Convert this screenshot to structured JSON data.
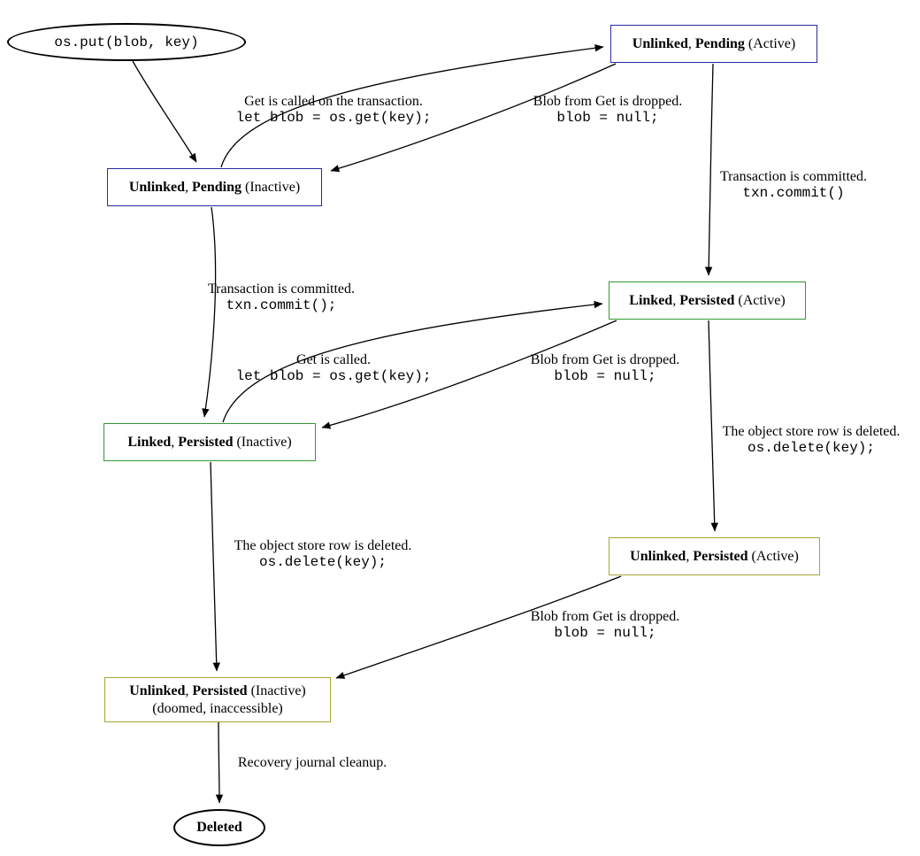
{
  "nodes": {
    "os_put": {
      "label": "os.put(blob, key)"
    },
    "unlinked_pending_active": {
      "b1": "Unlinked",
      "s1": ", ",
      "b2": "Pending",
      "s2": " (Active)"
    },
    "unlinked_pending_inactive": {
      "b1": "Unlinked",
      "s1": ", ",
      "b2": "Pending",
      "s2": " (Inactive)"
    },
    "linked_persisted_active": {
      "b1": "Linked",
      "s1": ", ",
      "b2": "Persisted",
      "s2": " (Active)"
    },
    "linked_persisted_inactive": {
      "b1": "Linked",
      "s1": ", ",
      "b2": "Persisted",
      "s2": " (Inactive)"
    },
    "unlinked_persisted_active": {
      "b1": "Unlinked",
      "s1": ", ",
      "b2": "Persisted",
      "s2": " (Active)"
    },
    "unlinked_persisted_inactive": {
      "b1": "Unlinked",
      "s1": ", ",
      "b2": "Persisted",
      "s2": " (Inactive)",
      "line2": "(doomed, inaccessible)"
    },
    "deleted": {
      "label": "Deleted"
    }
  },
  "edges": {
    "get_on_transaction": {
      "text": "Get is called on the transaction.",
      "code": "let blob = os.get(key);"
    },
    "blob_dropped_pending": {
      "text": "Blob from Get is dropped.",
      "code": "blob = null;"
    },
    "commit_active": {
      "text": "Transaction is committed.",
      "code": "txn.commit()"
    },
    "commit_inactive": {
      "text": "Transaction is committed.",
      "code": "txn.commit();"
    },
    "get_called": {
      "text": "Get is called.",
      "code": "let blob = os.get(key);"
    },
    "blob_dropped_persisted": {
      "text": "Blob from Get is dropped.",
      "code": "blob = null;"
    },
    "row_deleted_active": {
      "text": "The object store row is deleted.",
      "code": "os.delete(key);"
    },
    "row_deleted_inactive": {
      "text": "The object store row is deleted.",
      "code": "os.delete(key);"
    },
    "blob_dropped_doomed": {
      "text": "Blob from Get is dropped.",
      "code": "blob = null;"
    },
    "recovery_cleanup": {
      "text": "Recovery journal cleanup."
    }
  },
  "colors": {
    "pending_border": "#2929a3",
    "linked_persisted_border": "#339933",
    "unlinked_persisted_border": "#a6a636",
    "edge": "#000000"
  }
}
